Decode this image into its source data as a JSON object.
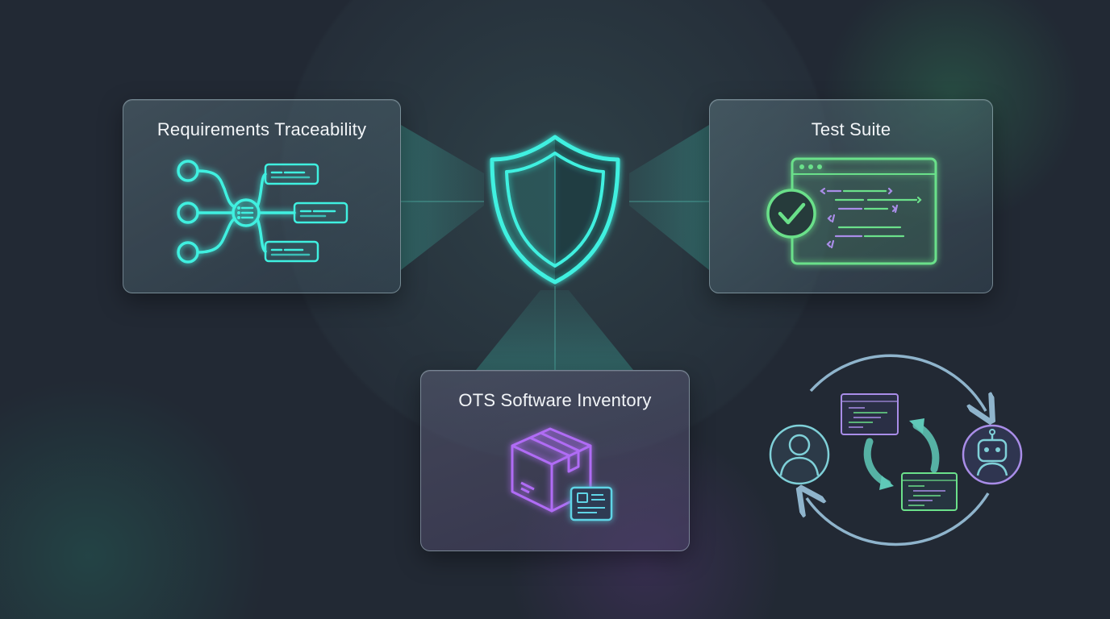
{
  "cards": {
    "requirements": {
      "title": "Requirements Traceability"
    },
    "test_suite": {
      "title": "Test Suite"
    },
    "ots": {
      "title": "OTS Software Inventory"
    }
  },
  "icons": {
    "center": "shield-icon",
    "requirements": "traceability-tree-icon",
    "test_suite": "code-window-check-icon",
    "ots": "package-box-icon",
    "cycle": [
      "person-icon",
      "robot-icon",
      "code-snippet-icon",
      "circular-arrows-icon"
    ]
  },
  "colors": {
    "background": "#222934",
    "teal": "#34e6d8",
    "green": "#6be08a",
    "purple": "#a45cf0",
    "cycle": "#8fb4cc"
  }
}
